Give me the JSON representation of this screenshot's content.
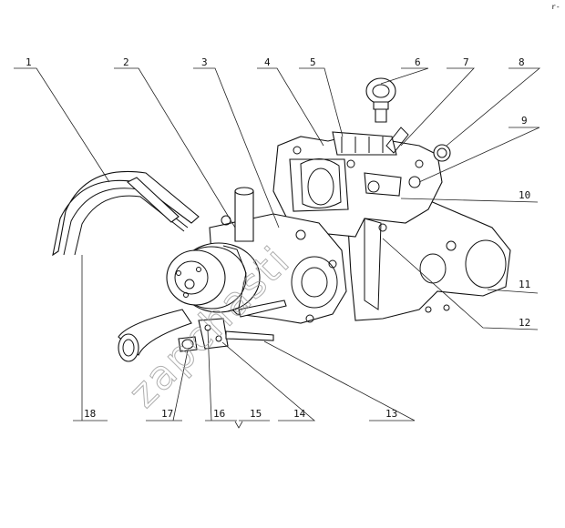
{
  "diagram": {
    "callouts": [
      "1",
      "2",
      "3",
      "4",
      "5",
      "6",
      "7",
      "8",
      "9",
      "10",
      "11",
      "12",
      "13",
      "14",
      "15",
      "16",
      "17",
      "18"
    ],
    "corner_mark": "r-",
    "watermark": "zapchasti"
  }
}
